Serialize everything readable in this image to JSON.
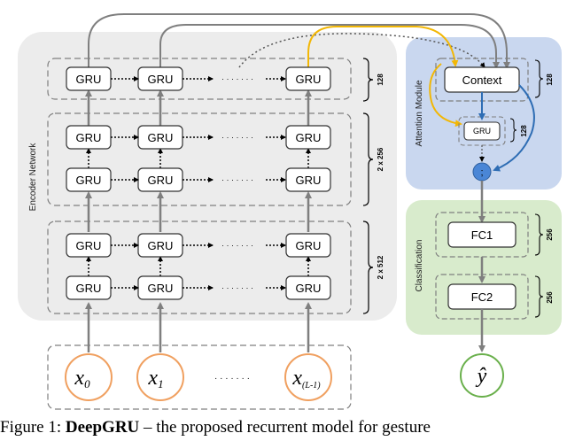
{
  "encoder": {
    "title": "Encoder Network",
    "cell_label": "GRU",
    "ellipsis": "· · · · · · ·",
    "dims": [
      "128",
      "2 x 256",
      "2 x 512"
    ]
  },
  "inputs": {
    "items": [
      {
        "var": "x",
        "sub": "0"
      },
      {
        "var": "x",
        "sub": "1"
      },
      {
        "var": "x",
        "sub": "(L-1)"
      }
    ],
    "ellipsis": "· · · · · · ·"
  },
  "attention": {
    "title": "Attention Module",
    "context_label": "Context",
    "context_dim": "128",
    "gru_label": "GRU",
    "gru_dim": "128",
    "concat_symbol": ";"
  },
  "classification": {
    "title": "Classification",
    "fc1_label": "FC1",
    "fc1_dim": "256",
    "fc2_label": "FC2",
    "fc2_dim": "256",
    "output_label": "ŷ"
  },
  "caption": {
    "figure_label": "Figure 1:",
    "bold_text": "DeepGRU",
    "rest_text": " – the proposed recurrent model for gesture"
  }
}
